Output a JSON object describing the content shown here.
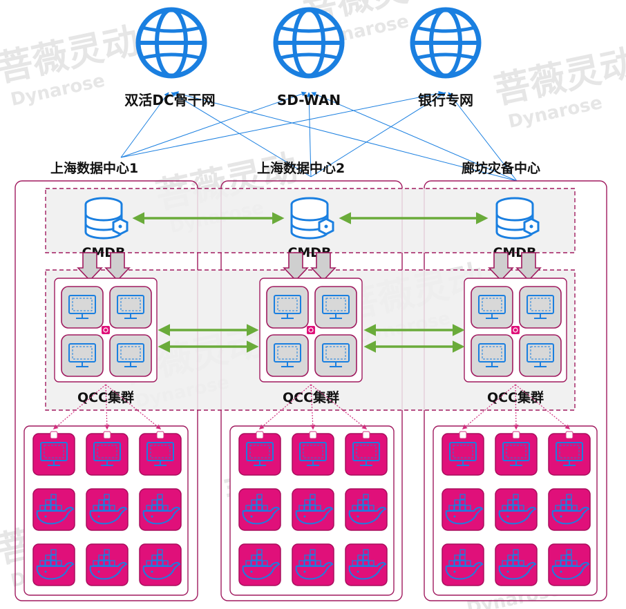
{
  "networks": [
    {
      "label": "双活DC骨干网",
      "icon": "globe-icon"
    },
    {
      "label": "SD-WAN",
      "icon": "globe-icon"
    },
    {
      "label": "银行专网",
      "icon": "globe-icon"
    }
  ],
  "datacenters": [
    {
      "title": "上海数据中心1",
      "cmdb_label": "CMDB",
      "cluster_label": "QCC集群"
    },
    {
      "title": "上海数据中心2",
      "cmdb_label": "CMDB",
      "cluster_label": "QCC集群"
    },
    {
      "title": "廊坊灾备中心",
      "cmdb_label": "CMDB",
      "cluster_label": "QCC集群"
    }
  ],
  "host_grid": {
    "rows": [
      {
        "type": "monitor-icon",
        "count": 3
      },
      {
        "type": "docker-whale-icon",
        "count": 3
      },
      {
        "type": "docker-whale-icon",
        "count": 3
      }
    ]
  },
  "watermark": {
    "cn": "菩薇灵动",
    "en": "Dynarose"
  },
  "colors": {
    "globe": "#1a7fe0",
    "datacenter_border": "#a0195e",
    "host_tile": "#e0107a",
    "host_tile_border": "#a80d5c",
    "sync_arrow": "#6aab3a",
    "network_line": "#1a7fe0",
    "dashed_border": "#a0195e",
    "region_fill": "#efefef",
    "down_arrow": "#a0195e"
  }
}
